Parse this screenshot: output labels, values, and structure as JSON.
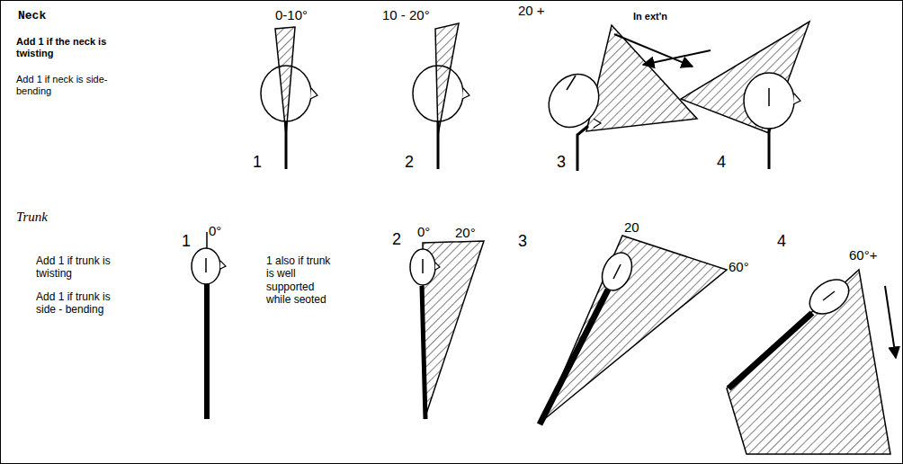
{
  "diagram": {
    "labels": [
      "Neck",
      "Add 1 if the neck is twisting",
      "Add 1 if neck is side- bending",
      "0-10°",
      "10 - 20°",
      "20 +",
      "In ext'n",
      "1",
      "2",
      "3",
      "4",
      "Trunk",
      "Add 1 if trunk is twisting",
      "Add 1 if trunk is side - bending",
      "0°",
      "1",
      "1 also if trunk is well supported while seoted",
      "2",
      "0°",
      "20°",
      "3",
      "20",
      "60°",
      "4",
      "60°+"
    ]
  }
}
